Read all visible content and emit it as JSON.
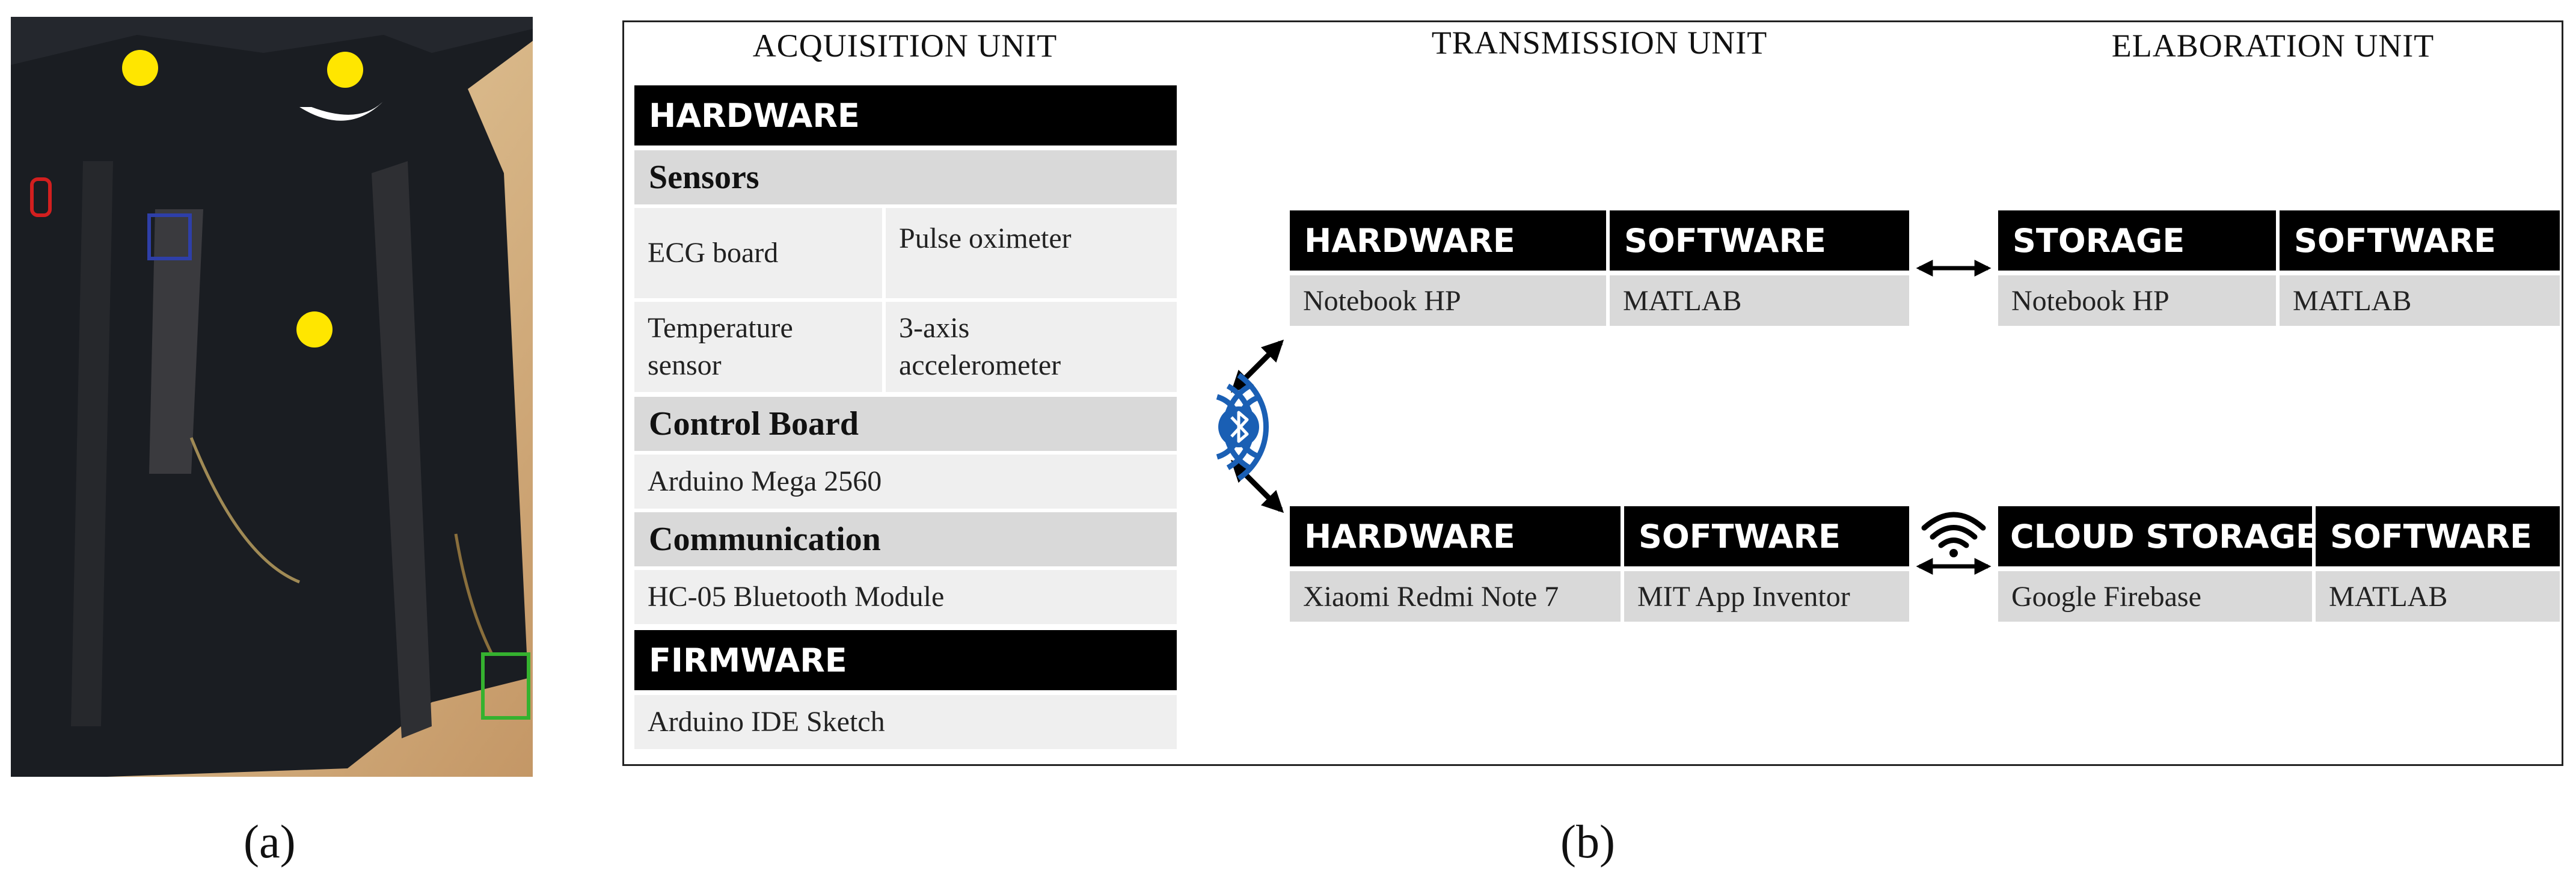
{
  "captions": {
    "a": "(a)",
    "b": "(b)"
  },
  "acquisition": {
    "title": "ACQUISITION UNIT",
    "hardware": "HARDWARE",
    "sensors_label": "Sensors",
    "sensors": [
      "ECG board",
      "Pulse oximeter",
      "Temperature sensor",
      "3-axis accelerometer"
    ],
    "control_label": "Control Board",
    "control": "Arduino Mega 2560",
    "comm_label": "Communication",
    "comm": "HC-05 Bluetooth Module",
    "firmware": "FIRMWARE",
    "firmware_value": "Arduino IDE Sketch"
  },
  "transmission": {
    "title": "TRANSMISSION UNIT",
    "top": {
      "hardware": "HARDWARE",
      "software": "SOFTWARE",
      "hardware_value": "Notebook HP",
      "software_value": "MATLAB"
    },
    "bottom": {
      "hardware": "HARDWARE",
      "software": "SOFTWARE",
      "hardware_value": "Xiaomi Redmi Note 7",
      "software_value": "MIT App Inventor"
    }
  },
  "elaboration": {
    "title": "ELABORATION UNIT",
    "top": {
      "storage": "STORAGE",
      "software": "SOFTWARE",
      "storage_value": "Notebook HP",
      "software_value": "MATLAB"
    },
    "bottom": {
      "storage": "CLOUD STORAGE",
      "software": "SOFTWARE",
      "storage_value": "Google Firebase",
      "software_value": "MATLAB"
    }
  },
  "icons": [
    "bluetooth-icon",
    "wifi-icon"
  ],
  "colors": {
    "header_bg": "#000000",
    "subheader_bg": "#d9d9d9",
    "cell_bg": "#efefef",
    "marker_yellow": "#ffe600",
    "marker_red": "#d21f1f",
    "marker_blue": "#2e3fa8",
    "marker_green": "#35b22f",
    "bluetooth_blue": "#1a5fb4"
  }
}
